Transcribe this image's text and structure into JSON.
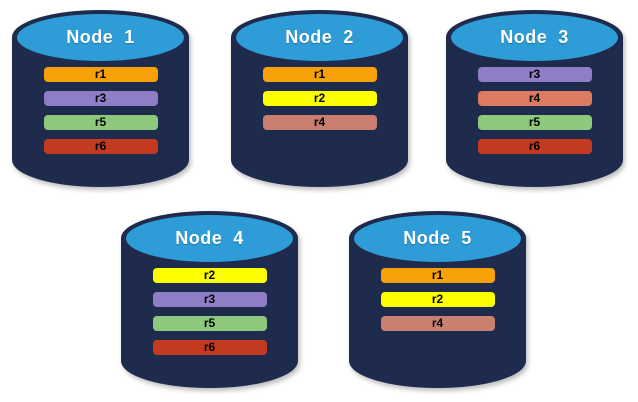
{
  "diagram": {
    "background_color": "#FFFFFF",
    "cylinder_body_color": "#1F2B4D",
    "cylinder_top_color": "#2E9CD6",
    "title_text_color": "#FFFFFF",
    "replica_text_color": "#000000"
  },
  "nodes": [
    {
      "label": "Node  1",
      "replicas": [
        {
          "label": "r1",
          "color": "#F7A008"
        },
        {
          "label": "r3",
          "color": "#8D7EC6"
        },
        {
          "label": "r5",
          "color": "#8DC87D"
        },
        {
          "label": "r6",
          "color": "#C33A20"
        }
      ]
    },
    {
      "label": "Node  2",
      "replicas": [
        {
          "label": "r1",
          "color": "#F7A008"
        },
        {
          "label": "r2",
          "color": "#FBFF00"
        },
        {
          "label": "r4",
          "color": "#C97E70"
        }
      ]
    },
    {
      "label": "Node  3",
      "replicas": [
        {
          "label": "r3",
          "color": "#8D7EC6"
        },
        {
          "label": "r4",
          "color": "#DC7A62"
        },
        {
          "label": "r5",
          "color": "#8DC87D"
        },
        {
          "label": "r6",
          "color": "#C33A20"
        }
      ]
    },
    {
      "label": "Node  4",
      "replicas": [
        {
          "label": "r2",
          "color": "#FBFF00"
        },
        {
          "label": "r3",
          "color": "#8D7EC6"
        },
        {
          "label": "r5",
          "color": "#8DC87D"
        },
        {
          "label": "r6",
          "color": "#C33A20"
        }
      ]
    },
    {
      "label": "Node  5",
      "replicas": [
        {
          "label": "r1",
          "color": "#F7A008"
        },
        {
          "label": "r2",
          "color": "#FBFF00"
        },
        {
          "label": "r4",
          "color": "#C9806F"
        }
      ]
    }
  ]
}
